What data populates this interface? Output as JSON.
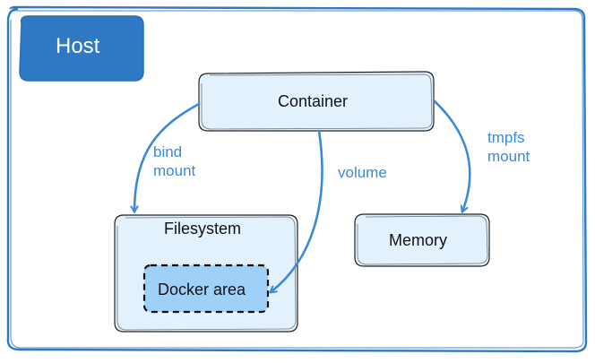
{
  "host": {
    "label": "Host"
  },
  "nodes": {
    "container": "Container",
    "filesystem": "Filesystem",
    "docker_area": "Docker area",
    "memory": "Memory"
  },
  "edges": {
    "bind_mount": {
      "line1": "bind",
      "line2": "mount"
    },
    "volume": "volume",
    "tmpfs_mount": {
      "line1": "tmpfs",
      "line2": "mount"
    }
  },
  "colors": {
    "host_border": "#2f78c4",
    "host_badge": "#2f78c4",
    "node_fill": "#e3f1fd",
    "docker_area_fill": "#9fd0f7",
    "arrow": "#3a8ad8",
    "text": "#111111"
  }
}
